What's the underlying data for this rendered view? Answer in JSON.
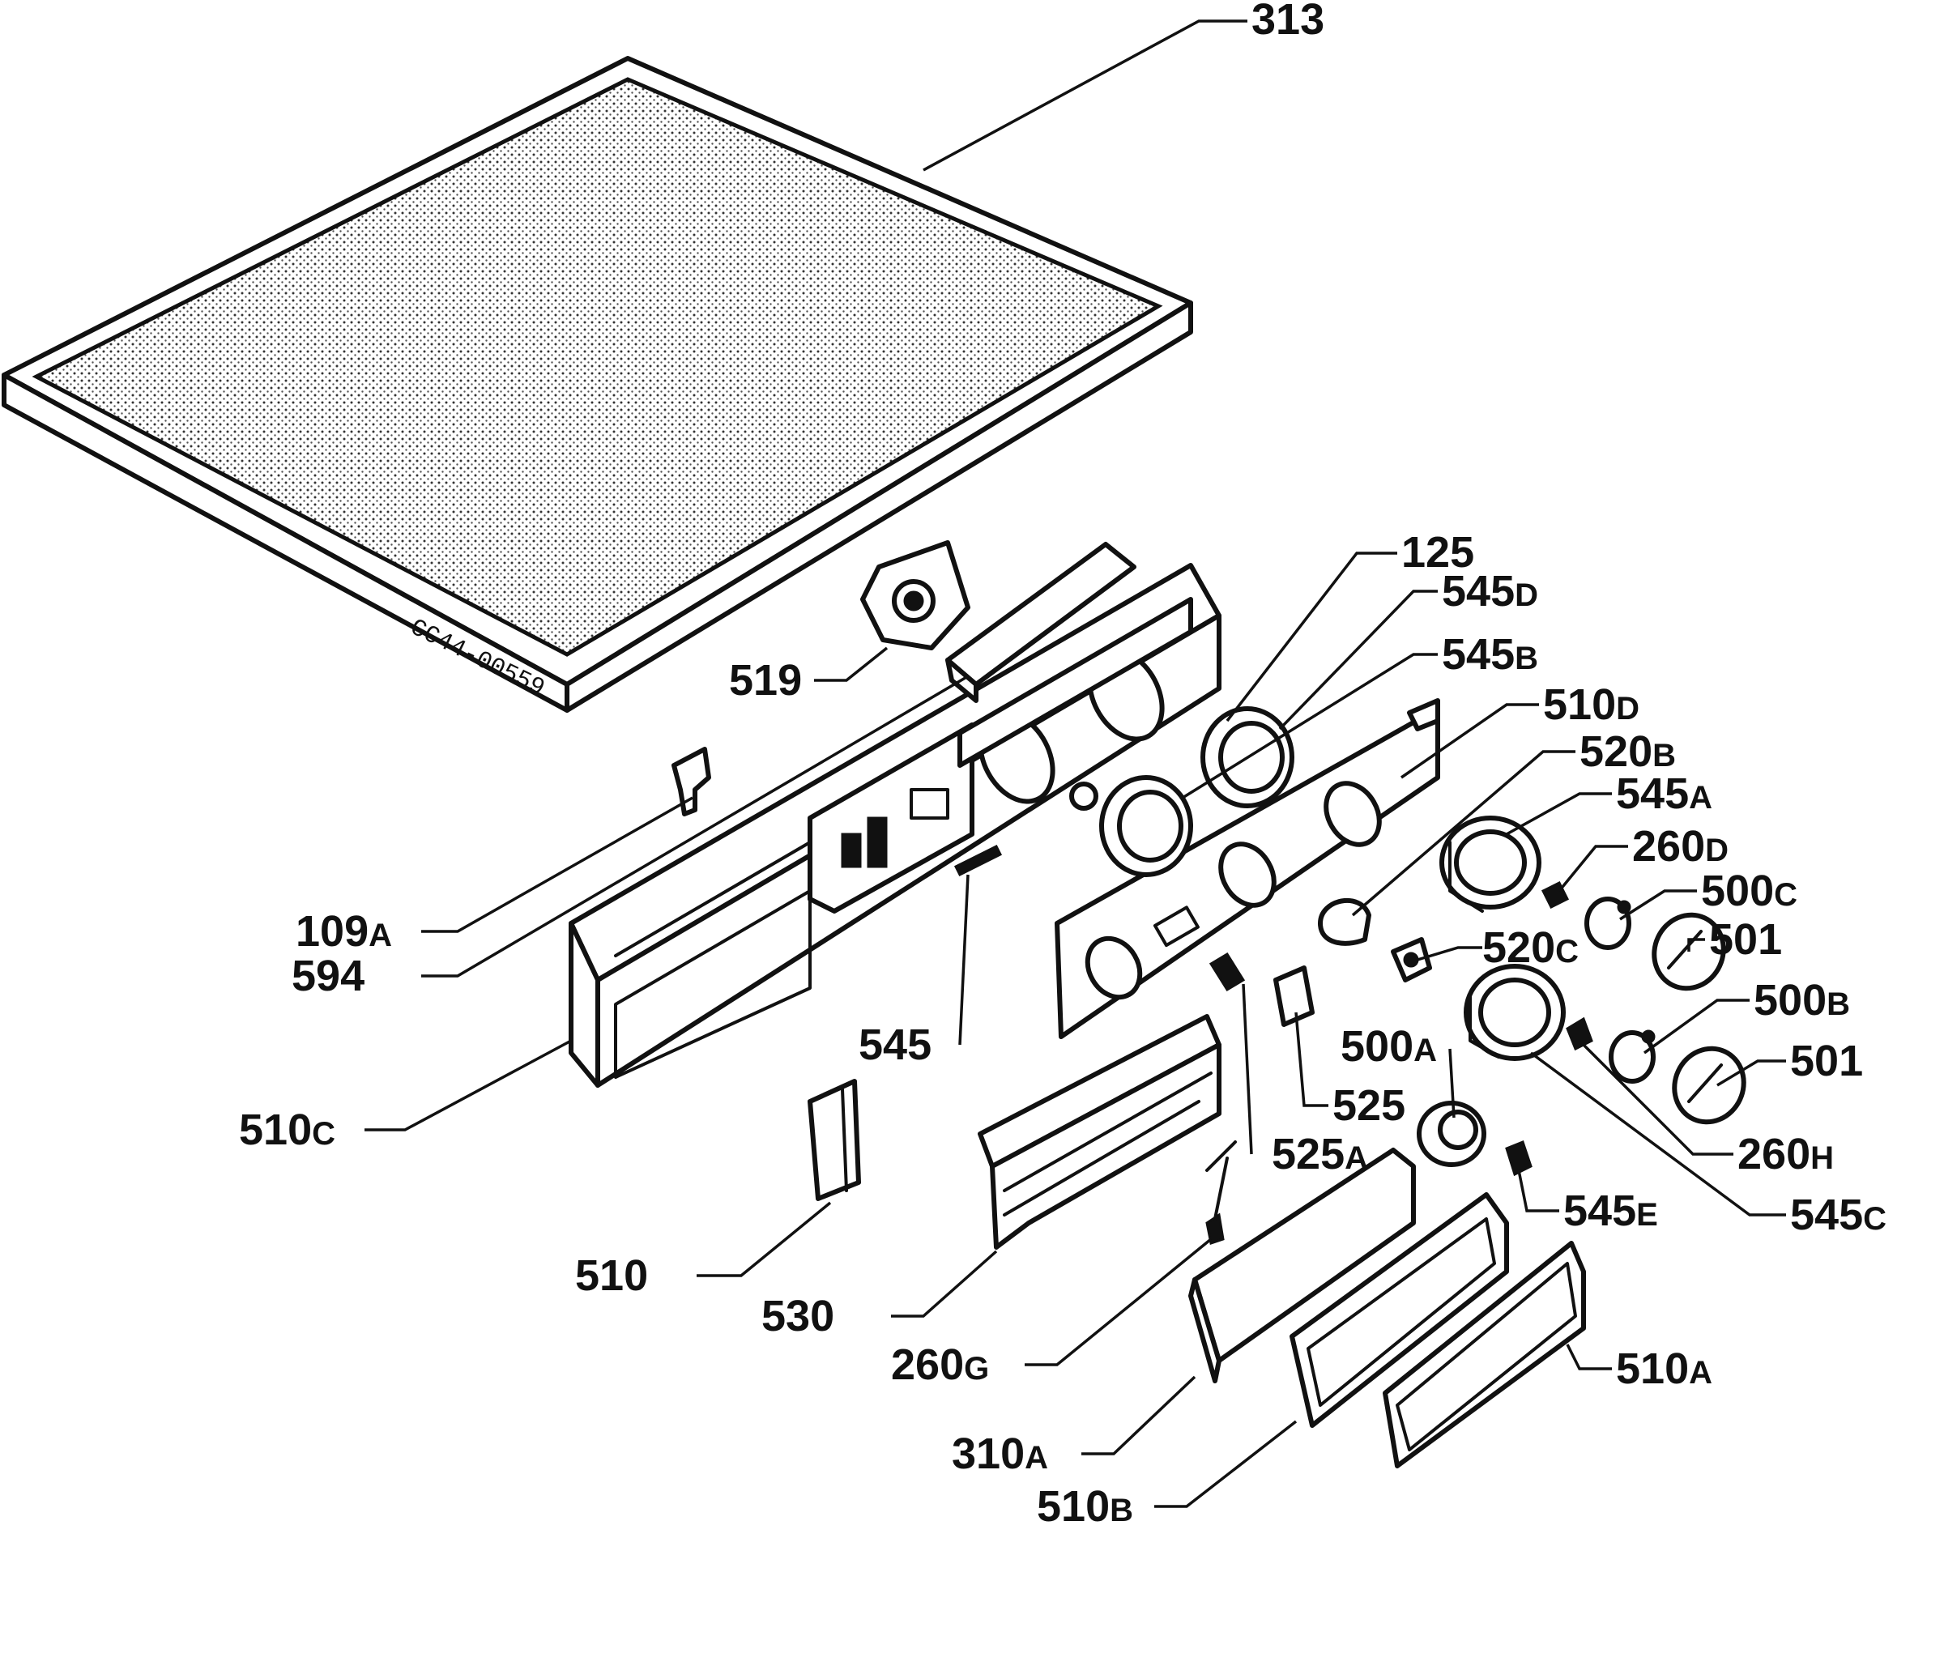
{
  "drawing": {
    "code": "CC44-00559",
    "parts": [
      {
        "id": "p313",
        "num": "313",
        "suffix": ""
      },
      {
        "id": "p125",
        "num": "125",
        "suffix": ""
      },
      {
        "id": "p545D",
        "num": "545",
        "suffix": "D"
      },
      {
        "id": "p545B",
        "num": "545",
        "suffix": "B"
      },
      {
        "id": "p510D",
        "num": "510",
        "suffix": "D"
      },
      {
        "id": "p520B",
        "num": "520",
        "suffix": "B"
      },
      {
        "id": "p545A",
        "num": "545",
        "suffix": "A"
      },
      {
        "id": "p260D",
        "num": "260",
        "suffix": "D"
      },
      {
        "id": "p500C",
        "num": "500",
        "suffix": "C"
      },
      {
        "id": "p501a",
        "num": "501",
        "suffix": ""
      },
      {
        "id": "p500B",
        "num": "500",
        "suffix": "B"
      },
      {
        "id": "p501b",
        "num": "501",
        "suffix": ""
      },
      {
        "id": "p260H",
        "num": "260",
        "suffix": "H"
      },
      {
        "id": "p545C",
        "num": "545",
        "suffix": "C"
      },
      {
        "id": "p520C",
        "num": "520",
        "suffix": "C"
      },
      {
        "id": "p500A",
        "num": "500",
        "suffix": "A"
      },
      {
        "id": "p525",
        "num": "525",
        "suffix": ""
      },
      {
        "id": "p525A",
        "num": "525",
        "suffix": "A"
      },
      {
        "id": "p545E",
        "num": "545",
        "suffix": "E"
      },
      {
        "id": "p510A",
        "num": "510",
        "suffix": "A"
      },
      {
        "id": "p510B",
        "num": "510",
        "suffix": "B"
      },
      {
        "id": "p310A",
        "num": "310",
        "suffix": "A"
      },
      {
        "id": "p260G",
        "num": "260",
        "suffix": "G"
      },
      {
        "id": "p530",
        "num": "530",
        "suffix": ""
      },
      {
        "id": "p510",
        "num": "510",
        "suffix": ""
      },
      {
        "id": "p545",
        "num": "545",
        "suffix": ""
      },
      {
        "id": "p510C",
        "num": "510",
        "suffix": "C"
      },
      {
        "id": "p594",
        "num": "594",
        "suffix": ""
      },
      {
        "id": "p109A",
        "num": "109",
        "suffix": "A"
      },
      {
        "id": "p519",
        "num": "519",
        "suffix": ""
      }
    ]
  }
}
